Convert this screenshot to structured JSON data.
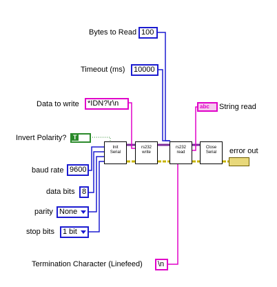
{
  "controls": {
    "bytes_to_read": {
      "label": "Bytes to Read",
      "value": "100"
    },
    "timeout": {
      "label": "Timeout (ms)",
      "value": "10000"
    },
    "data_to_write": {
      "label": "Data to write",
      "value": "*IDN?\\r\\n"
    },
    "invert_polarity": {
      "label": "Invert Polarity?",
      "value": "T"
    },
    "baud_rate": {
      "label": "baud rate",
      "value": "9600"
    },
    "data_bits": {
      "label": "data bits",
      "value": "8"
    },
    "parity": {
      "label": "parity",
      "value": "None"
    },
    "stop_bits": {
      "label": "stop bits",
      "value": "1 bit"
    },
    "termination": {
      "label": "Termination Character (Linefeed)",
      "value": "\\n"
    }
  },
  "nodes": {
    "init": {
      "line1": "Init",
      "line2": "Serial"
    },
    "write": {
      "line1": "rs232",
      "line2": "write"
    },
    "read": {
      "line1": "rs232",
      "line2": "read"
    },
    "close": {
      "line1": "Close",
      "line2": "Serial"
    }
  },
  "indicators": {
    "string_read": {
      "label": "String read",
      "glyph": "abc"
    },
    "error_out": {
      "label": "error out"
    }
  },
  "colors": {
    "numeric_wire": "#1b1bd0",
    "string_wire": "#e000c8",
    "boolean_wire": "#2a8a2a",
    "error_wire": "#c8b400"
  }
}
